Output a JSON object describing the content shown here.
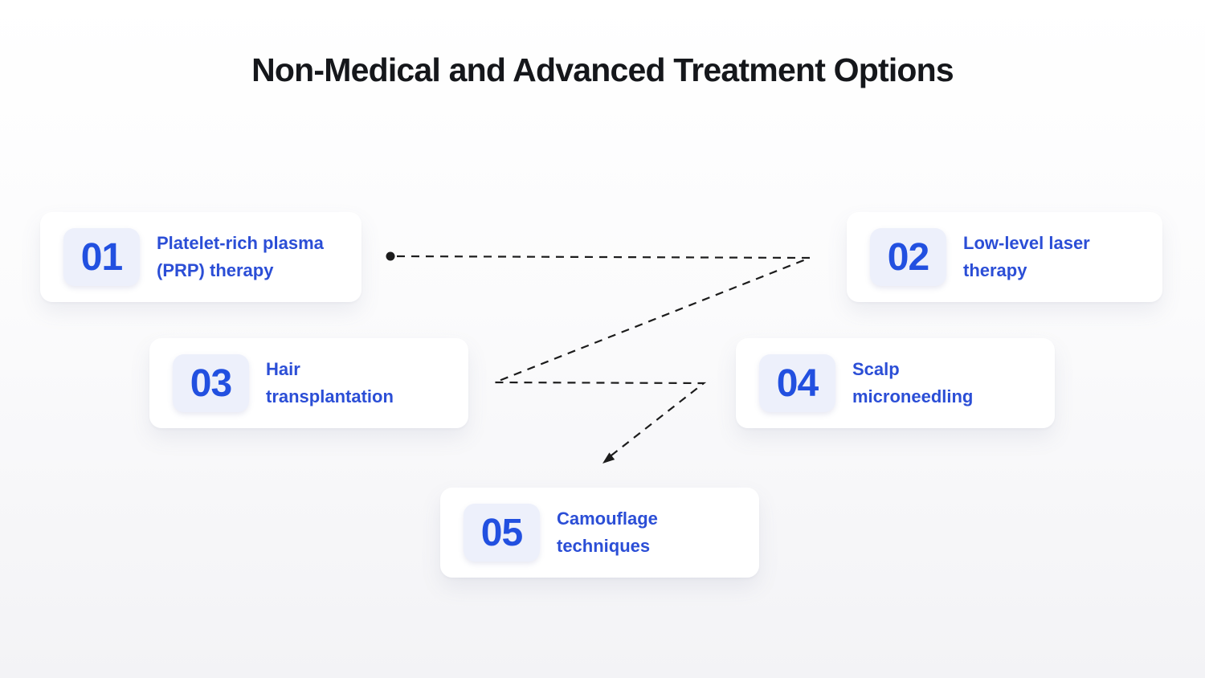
{
  "title": "Non-Medical and Advanced Treatment Options",
  "colors": {
    "accent_blue": "#2250e0",
    "label_blue": "#2b4ed6",
    "badge_background": "#edf0fb",
    "card_background": "#ffffff",
    "connector_black": "#1c1c1c",
    "title_color": "#15171b"
  },
  "cards": [
    {
      "number": "01",
      "lines": [
        "Platelet-rich plasma",
        "(PRP) therapy"
      ]
    },
    {
      "number": "02",
      "lines": [
        "Low-level laser",
        "therapy"
      ]
    },
    {
      "number": "03",
      "lines": [
        "Hair",
        "transplantation"
      ]
    },
    {
      "number": "04",
      "lines": [
        "Scalp",
        "microneedling"
      ]
    },
    {
      "number": "05",
      "lines": [
        "Camouflage",
        "techniques"
      ]
    }
  ]
}
